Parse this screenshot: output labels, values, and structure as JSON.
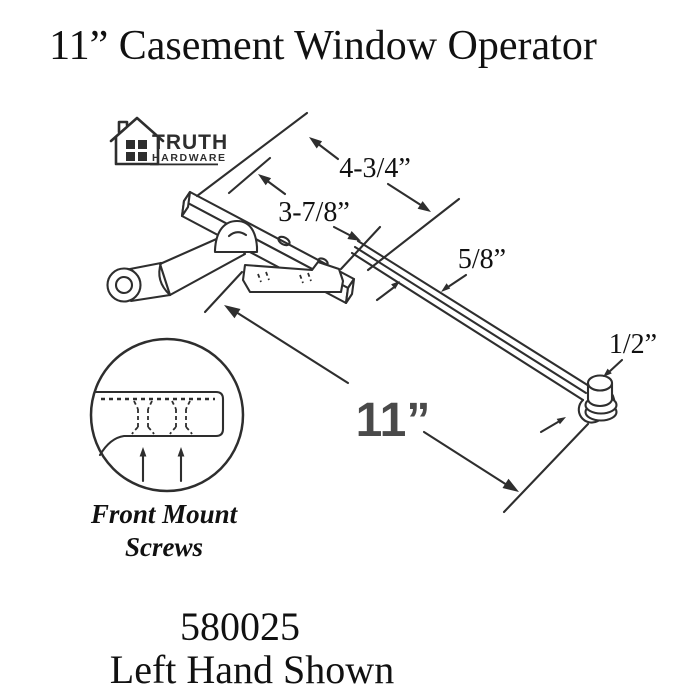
{
  "title": "11” Casement Window Operator",
  "logo": {
    "brand": "TRUTH",
    "subbrand": "HARDWARE"
  },
  "dimensions": {
    "bar_to_pivot": "4-3/4”",
    "hole_to_pivot": "3-7/8”",
    "arm_width": "5/8”",
    "stud_size": "1/2”",
    "arm_length": "11”"
  },
  "callout": {
    "line1": "Front Mount",
    "line2": "Screws"
  },
  "footer": {
    "part_number": "580025",
    "hand_note": "Left Hand Shown"
  },
  "colors": {
    "ink": "#2e2e2e",
    "dim_label": "#111111",
    "arm_length_label": "#4a4a4a",
    "background": "#ffffff"
  }
}
